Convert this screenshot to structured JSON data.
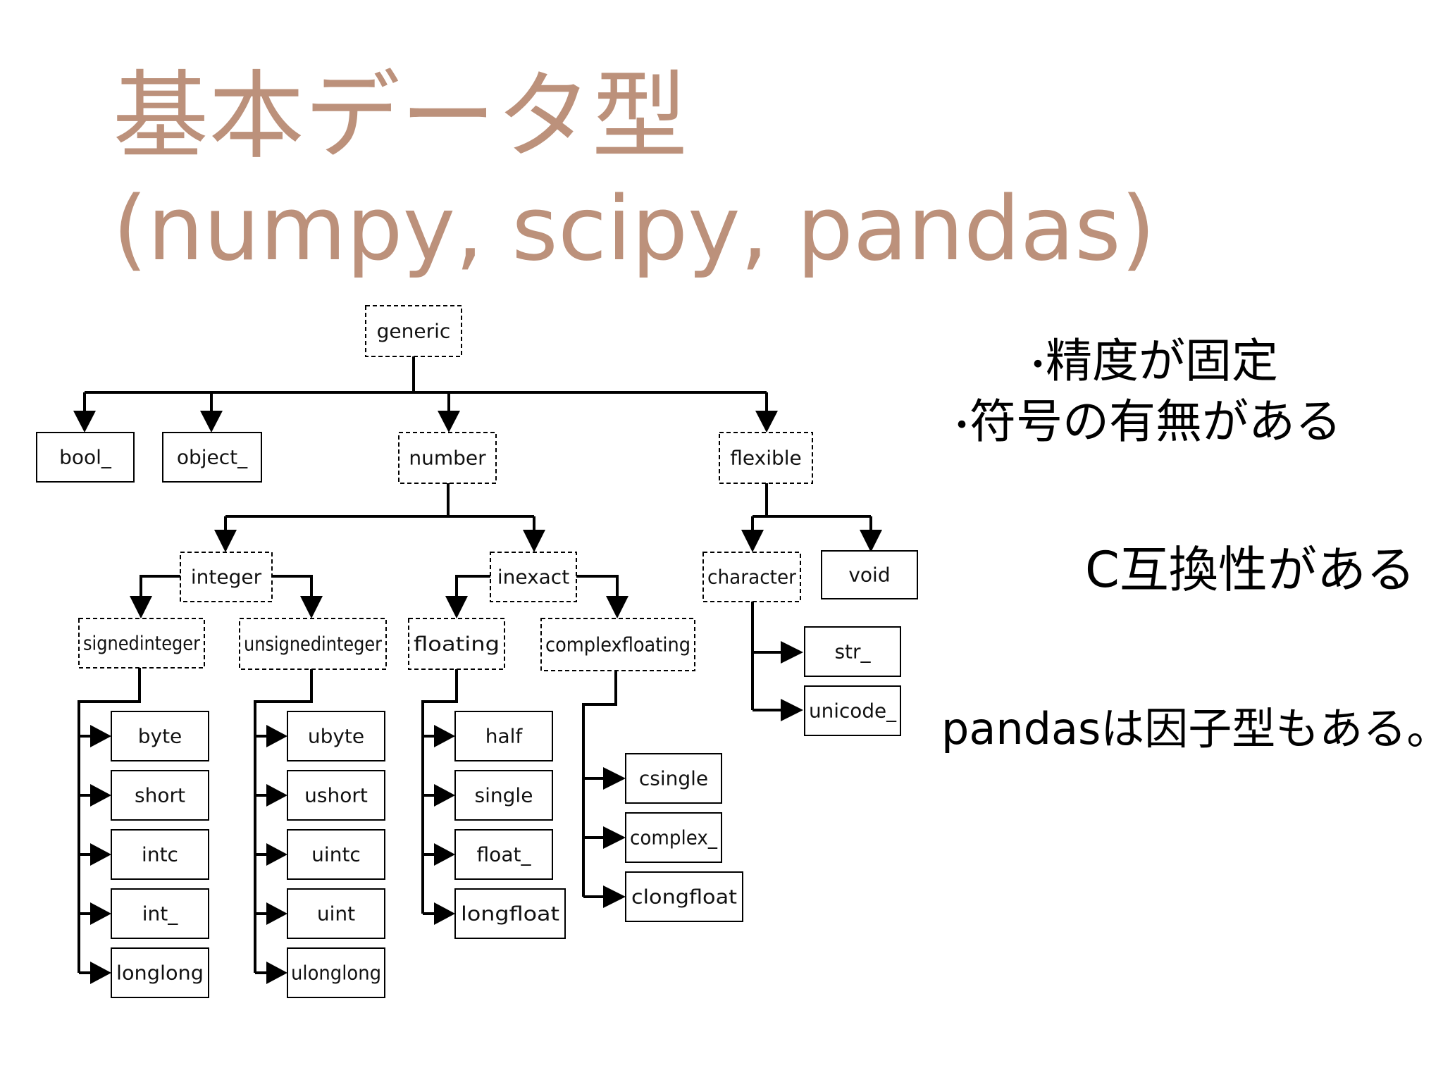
{
  "slide": {
    "title_line1": "基本データ型",
    "title_line2": "(numpy, scipy, pandas)",
    "title_color": "#bc917b"
  },
  "diagram": {
    "nodes": {
      "generic": "generic",
      "bool": "bool_",
      "object": "object_",
      "number": "number",
      "flexible": "flexible",
      "integer": "integer",
      "inexact": "inexact",
      "character": "character",
      "void": "void",
      "signedinteger": "signedinteger",
      "unsignedinteger": "unsignedinteger",
      "floating": "floating",
      "complexfloating": "complexfloating",
      "str": "str_",
      "unicode": "unicode_",
      "byte": "byte",
      "short": "short",
      "intc": "intc",
      "int": "int_",
      "longlong": "longlong",
      "ubyte": "ubyte",
      "ushort": "ushort",
      "uintc": "uintc",
      "uint": "uint",
      "ulonglong": "ulonglong",
      "half": "half",
      "single": "single",
      "float": "float_",
      "longfloat": "longfloat",
      "csingle": "csingle",
      "complex": "complex_",
      "clongfloat": "clongfloat"
    }
  },
  "notes": {
    "bullet_symbol": "・",
    "bullets": [
      "精度が固定",
      "符号の有無がある"
    ],
    "c_compat": "C互換性がある",
    "pandas": "pandasは因子型もある。"
  }
}
